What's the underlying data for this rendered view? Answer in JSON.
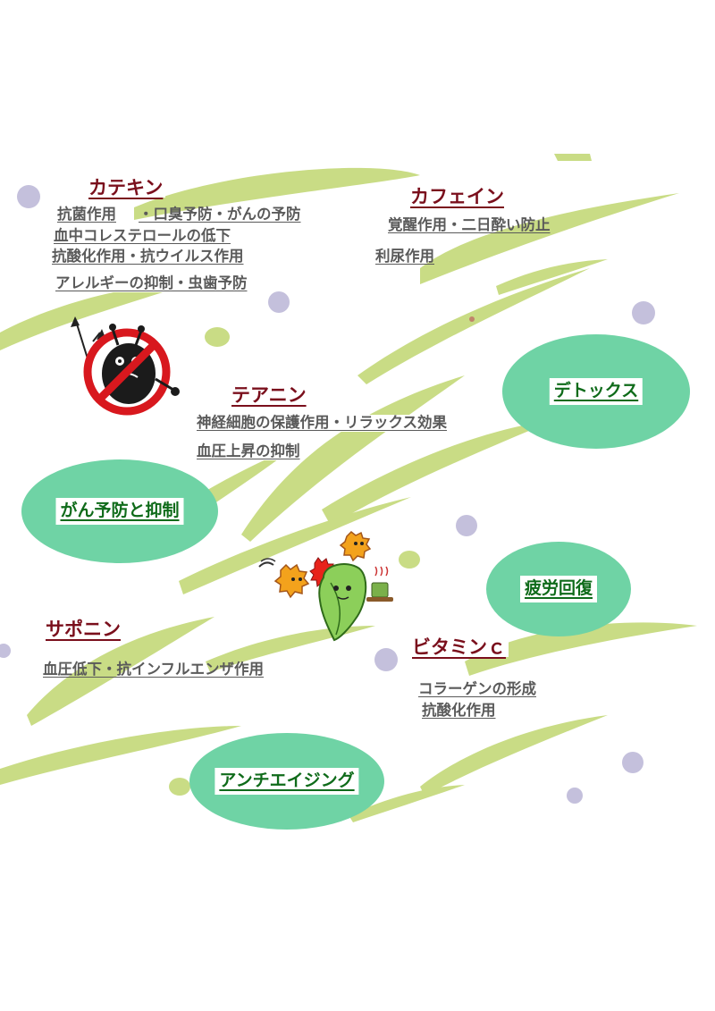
{
  "sections": {
    "catechin": {
      "heading": "カテキン",
      "items": [
        "抗菌作用",
        "・口臭予防・がんの予防",
        "血中コレステロールの低下",
        "抗酸化作用・抗ウイルス作用",
        "アレルギーの抑制・虫歯予防"
      ]
    },
    "caffeine": {
      "heading": "カフェイン",
      "items": [
        "覚醒作用・二日酔い防止",
        "利尿作用"
      ]
    },
    "theanine": {
      "heading": "テアニン",
      "items": [
        "神経細胞の保護作用・リラックス効果",
        "血圧上昇の抑制"
      ]
    },
    "saponin": {
      "heading": "サポニン",
      "items": [
        "血圧低下・抗インフルエンザ作用"
      ]
    },
    "vitamin_c": {
      "heading": "ビタミンｃ",
      "items": [
        "コラーゲンの形成",
        "抗酸化作用"
      ]
    }
  },
  "effects": {
    "detox": "デトックス",
    "cancer": "がん予防と抑制",
    "fatigue": "疲労回復",
    "antiaging": "アンチエイジング"
  },
  "colors": {
    "heading": "#7a0f1c",
    "item": "#5a5a5a",
    "effect_fill": "#6fd3a5",
    "effect_text": "#0f6b1a",
    "leaf": "#c9dc85",
    "dot": "#c4c0dc"
  }
}
